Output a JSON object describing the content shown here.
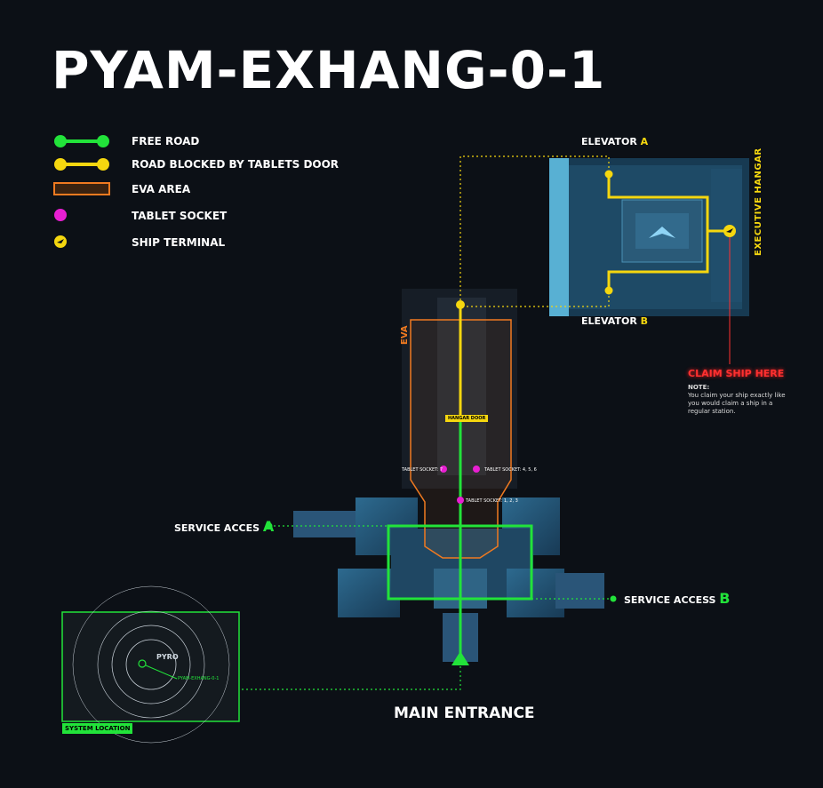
{
  "title": "PYAM-EXHANG-0-1",
  "legend": [
    {
      "label": "FREE ROAD",
      "icon": "free-road-line",
      "color": "#22e33a"
    },
    {
      "label": "ROAD BLOCKED BY TABLETS DOOR",
      "icon": "blocked-road-line",
      "color": "#f5d70f"
    },
    {
      "label": "EVA AREA",
      "icon": "eva-area-rect",
      "color": "#f07a20"
    },
    {
      "label": "TABLET SOCKET",
      "icon": "tablet-socket-dot",
      "color": "#e81fd2"
    },
    {
      "label": "SHIP TERMINAL",
      "icon": "ship-terminal-icon",
      "color": "#f5d70f"
    }
  ],
  "map": {
    "elevator_a": {
      "text": "ELEVATOR",
      "letter": "A"
    },
    "elevator_b": {
      "text": "ELEVATOR",
      "letter": "B"
    },
    "executive_hangar": "EXECUTIVE HANGAR",
    "claim_ship": "CLAIM SHIP HERE",
    "note_title": "NOTE:",
    "note_body": "You claim your ship exactly like you would claim a ship in a regular station.",
    "eva": "EVA",
    "hangar_door": "HANGAR DOOR",
    "tablet_socket_left": "TABLET SOCKET: 7",
    "tablet_socket_right": "TABLET SOCKET: 4, 5, 6",
    "tablet_socket_center": "TABLET SOCKET: 1, 2, 3",
    "service_a": {
      "text": "SERVICE ACCES",
      "letter": "A"
    },
    "service_b": {
      "text": "SERVICE ACCESS",
      "letter": "B"
    },
    "main_entrance": "MAIN ENTRANCE"
  },
  "minimap": {
    "system": "PYRO",
    "location": "PYAM-EXHANG-0-1",
    "label": "SYSTEM LOCATION"
  }
}
